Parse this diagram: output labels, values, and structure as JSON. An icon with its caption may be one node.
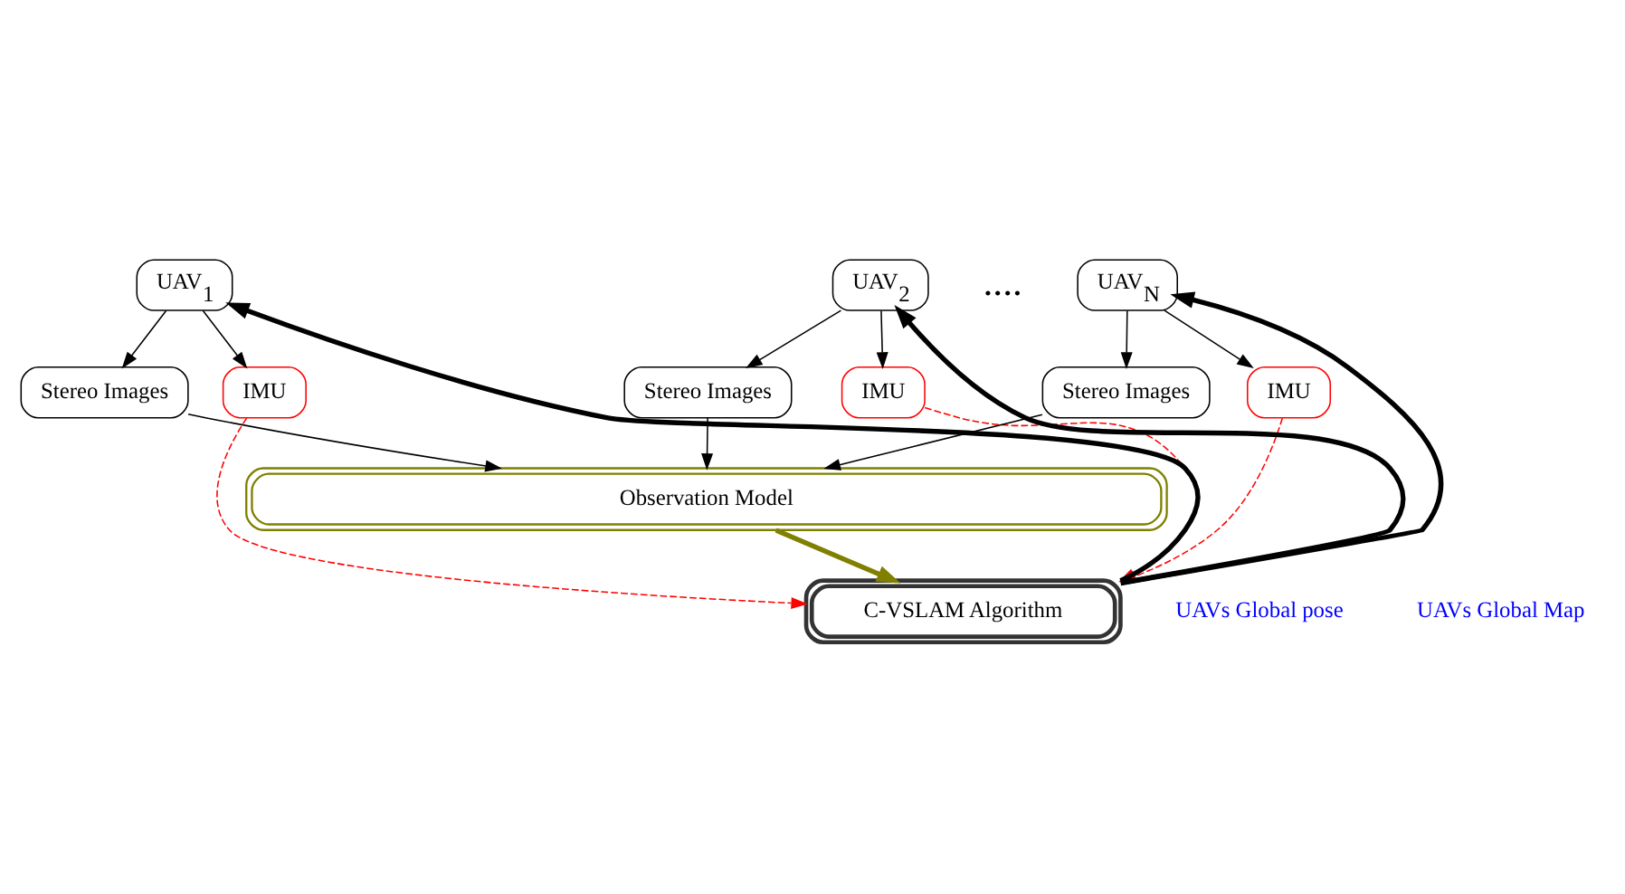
{
  "diagram": {
    "nodes": [
      {
        "text": [
          "UAV$_{1}$"
        ]
      },
      {
        "text": [
          "UAV$_{2}$"
        ]
      },
      {
        "text": [
          "UAV$_{N}$"
        ]
      },
      {
        "text": [
          "Stereo Images"
        ]
      },
      {
        "text": [
          "IMU"
        ]
      },
      {
        "text": [
          "Stereo Images"
        ]
      },
      {
        "text": [
          "IMU"
        ]
      },
      {
        "text": [
          "Stereo Images"
        ]
      },
      {
        "text": [
          "IMU"
        ]
      },
      {
        "text": [
          "Observation Model"
        ]
      },
      {
        "text": [
          "C-VSLAM Algorithm"
        ]
      }
    ],
    "edges": [
      {
        "from": 0,
        "to": 3,
        "arrow": "to"
      },
      {
        "from": 0,
        "to": 4,
        "arrow": "to"
      },
      {
        "from": 1,
        "to": 5,
        "arrow": "to"
      },
      {
        "from": 1,
        "to": 6,
        "arrow": "to"
      },
      {
        "from": 2,
        "to": 7,
        "arrow": "to"
      },
      {
        "from": 2,
        "to": 8,
        "arrow": "to"
      },
      {
        "from": 3,
        "to": 9,
        "arrow": "to"
      },
      {
        "from": 5,
        "to": 9,
        "arrow": "to"
      },
      {
        "from": 7,
        "to": 9,
        "arrow": "to"
      },
      {
        "from": 4,
        "to": 10,
        "arrow": "to",
        "style": "dashed",
        "color": "#ff0000"
      },
      {
        "from": 6,
        "to": 10,
        "arrow": "to",
        "style": "dashed",
        "color": "#ff0000"
      },
      {
        "from": 8,
        "to": 10,
        "arrow": "to",
        "style": "dashed",
        "color": "#ff0000"
      },
      {
        "from": 9,
        "to": 10,
        "arrow": "to",
        "style": "thick",
        "color": "#808000"
      },
      {
        "from": 10,
        "to": 0,
        "arrow": "to",
        "style": "thick"
      },
      {
        "from": 10,
        "to": 1,
        "arrow": "to",
        "style": "thick"
      },
      {
        "from": 10,
        "to": 2,
        "arrow": "to",
        "style": "thick"
      }
    ],
    "labels": [
      "....",
      "UAVs Global pose",
      "UAVs Global Map"
    ]
  }
}
